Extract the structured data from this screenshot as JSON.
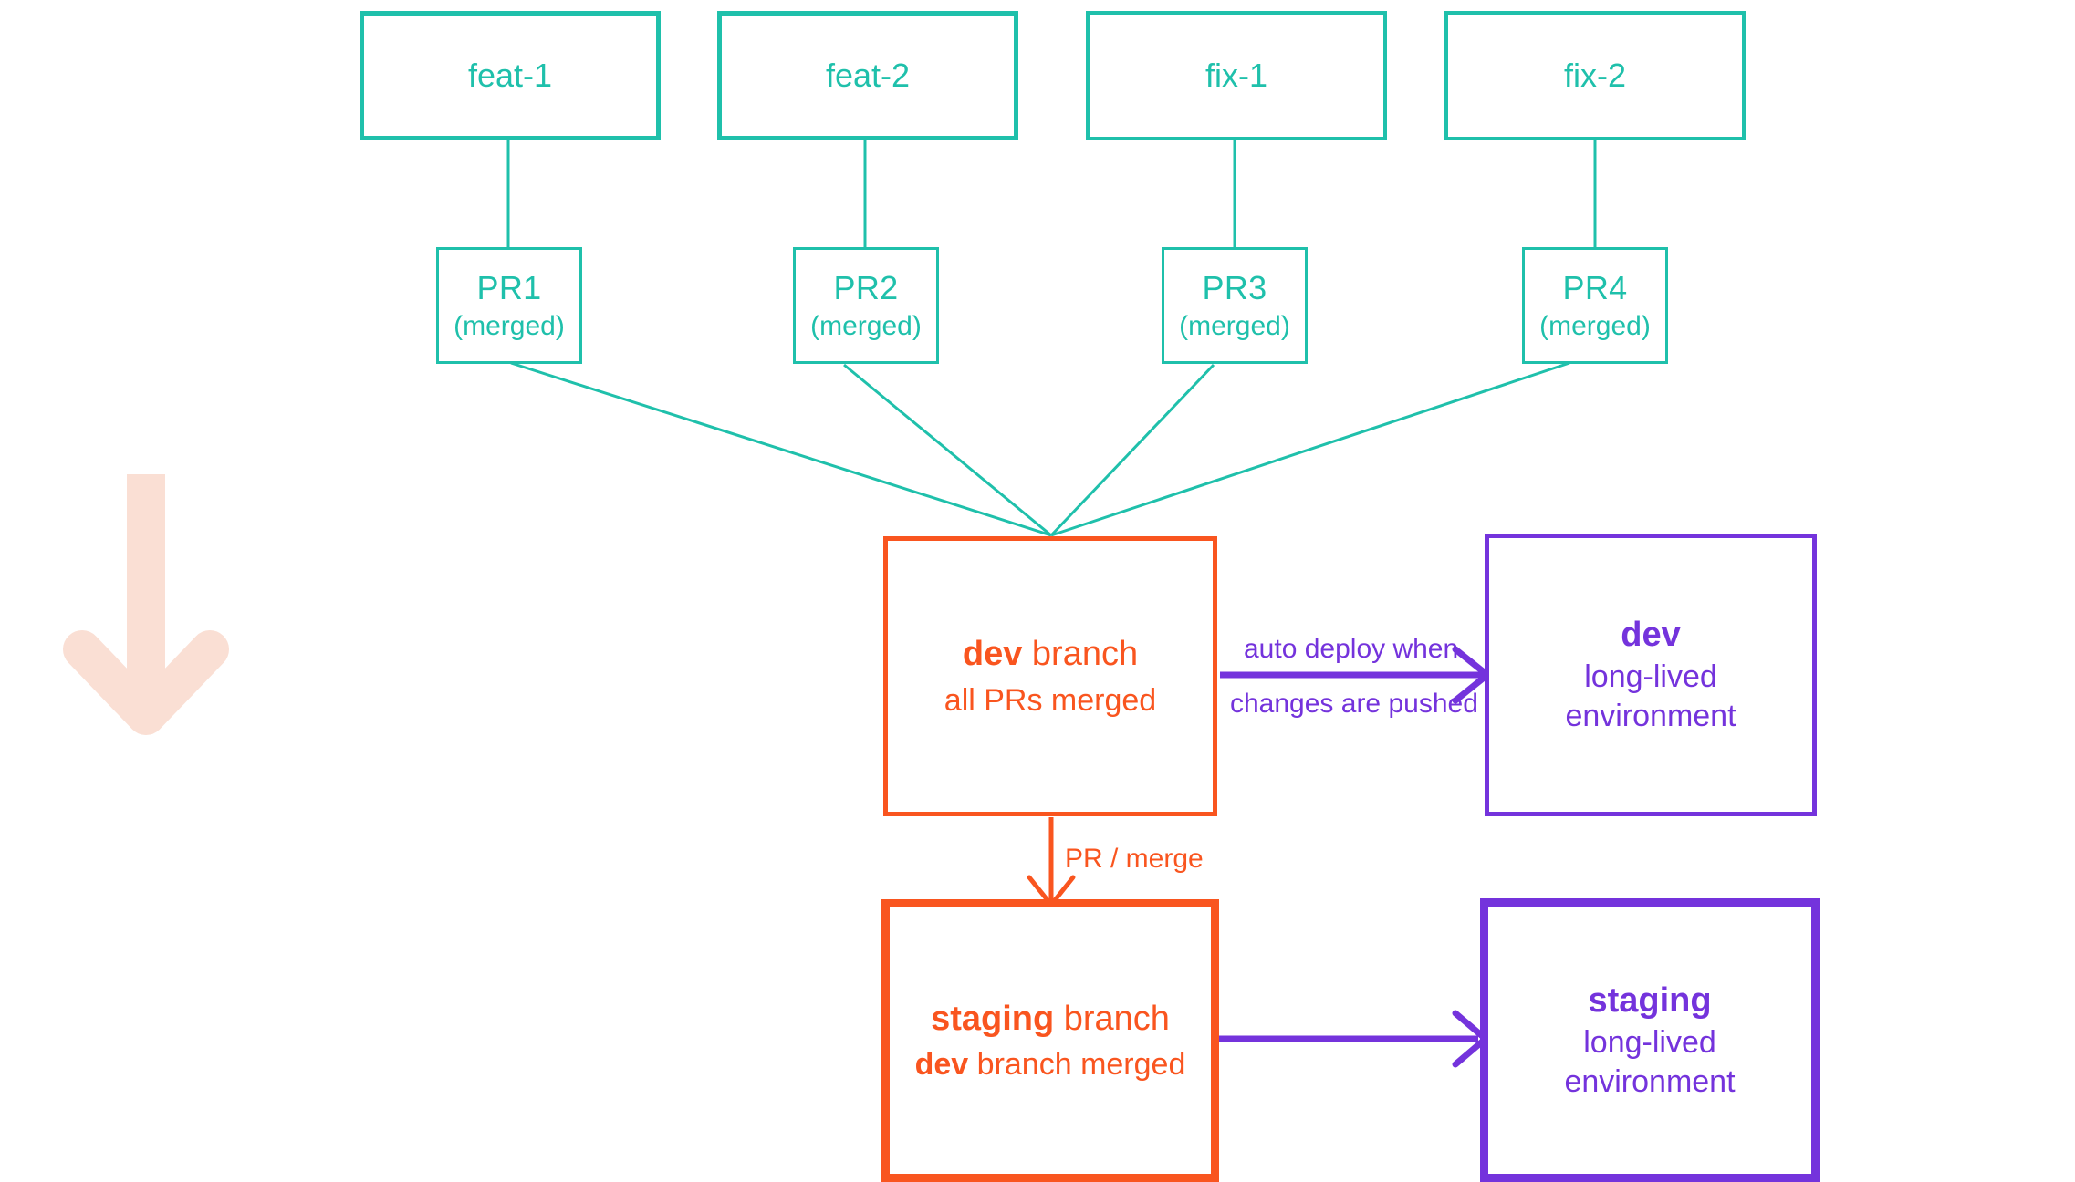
{
  "diagram": {
    "title": "git branching and environment deployment flow",
    "colors": {
      "teal": "#1fc0ab",
      "orange": "#f9551f",
      "purple": "#7433dc",
      "pale_pink": "#fadfd4",
      "background": "#ffffff"
    },
    "feature_branches": [
      {
        "label": "feat-1"
      },
      {
        "label": "feat-2"
      },
      {
        "label": "fix-1"
      },
      {
        "label": "fix-2"
      }
    ],
    "pull_requests": [
      {
        "title": "PR1",
        "status": "(merged)"
      },
      {
        "title": "PR2",
        "status": "(merged)"
      },
      {
        "title": "PR3",
        "status": "(merged)"
      },
      {
        "title": "PR4",
        "status": "(merged)"
      }
    ],
    "git_branches": [
      {
        "name": "dev",
        "name_suffix": " branch",
        "detail_strong": "",
        "detail": "all PRs merged"
      },
      {
        "name": "staging",
        "name_suffix": " branch",
        "detail_strong": "dev",
        "detail": " branch merged"
      }
    ],
    "environments": [
      {
        "name": "dev",
        "line1": "long-lived",
        "line2": "environment"
      },
      {
        "name": "staging",
        "line1": "long-lived",
        "line2": "environment"
      }
    ],
    "edge_labels": {
      "auto_deploy_top": "auto deploy when",
      "auto_deploy_bottom": "changes are pushed",
      "pr_merge": "PR / merge"
    },
    "icons": {
      "flow_arrow": "down-arrow-icon"
    }
  }
}
